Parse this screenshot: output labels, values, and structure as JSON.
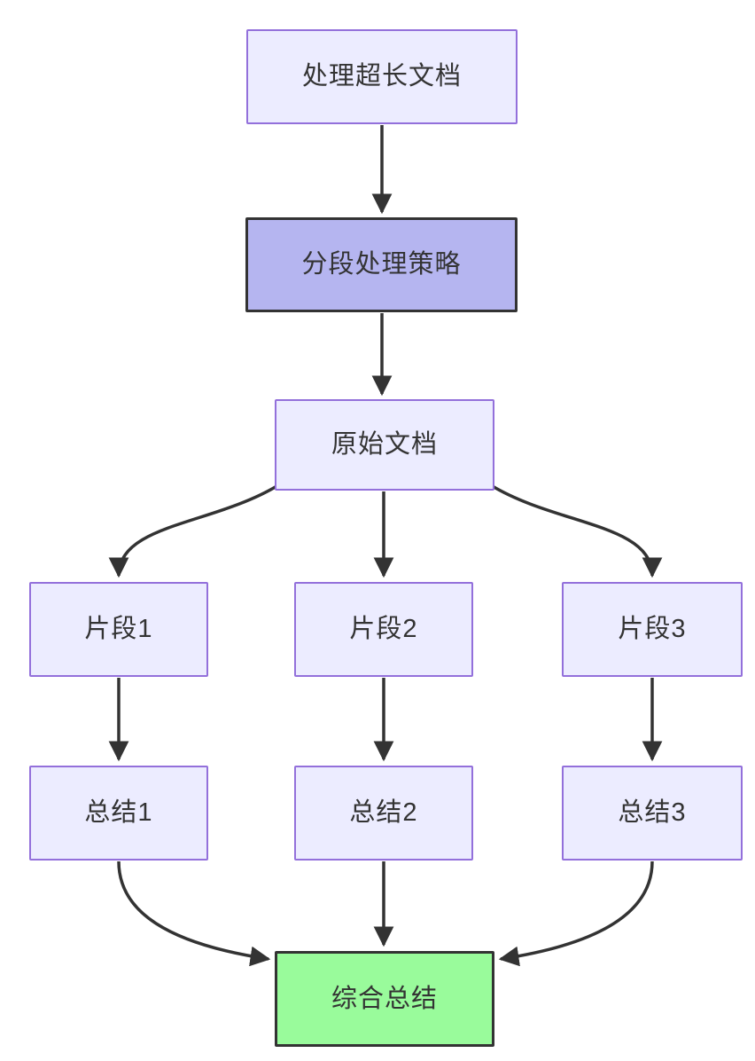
{
  "diagram": {
    "type": "flowchart",
    "direction": "top-down",
    "background_color": "#ffffff",
    "edge_color": "#333333",
    "text_color": "#333333",
    "default_node_fill": "#ECECFF",
    "default_node_stroke": "#9370DB",
    "highlight_fill": "#b5b5f0",
    "success_fill": "#99fb9b",
    "nodes": [
      {
        "id": "A",
        "label": "处理超长文档",
        "fill": "#ECECFF",
        "stroke": "#9370DB",
        "stroke_width": 2
      },
      {
        "id": "B",
        "label": "分段处理策略",
        "fill": "#b5b5f0",
        "stroke": "#333333",
        "stroke_width": 3
      },
      {
        "id": "C",
        "label": "原始文档",
        "fill": "#ECECFF",
        "stroke": "#9370DB",
        "stroke_width": 2
      },
      {
        "id": "D1",
        "label": "片段1",
        "fill": "#ECECFF",
        "stroke": "#9370DB",
        "stroke_width": 2
      },
      {
        "id": "D2",
        "label": "片段2",
        "fill": "#ECECFF",
        "stroke": "#9370DB",
        "stroke_width": 2
      },
      {
        "id": "D3",
        "label": "片段3",
        "fill": "#ECECFF",
        "stroke": "#9370DB",
        "stroke_width": 2
      },
      {
        "id": "E1",
        "label": "总结1",
        "fill": "#ECECFF",
        "stroke": "#9370DB",
        "stroke_width": 2
      },
      {
        "id": "E2",
        "label": "总结2",
        "fill": "#ECECFF",
        "stroke": "#9370DB",
        "stroke_width": 2
      },
      {
        "id": "E3",
        "label": "总结3",
        "fill": "#ECECFF",
        "stroke": "#9370DB",
        "stroke_width": 2
      },
      {
        "id": "F",
        "label": "综合总结",
        "fill": "#99fb9b",
        "stroke": "#333333",
        "stroke_width": 3
      }
    ],
    "edges": [
      {
        "from": "A",
        "to": "B"
      },
      {
        "from": "B",
        "to": "C"
      },
      {
        "from": "C",
        "to": "D1"
      },
      {
        "from": "C",
        "to": "D2"
      },
      {
        "from": "C",
        "to": "D3"
      },
      {
        "from": "D1",
        "to": "E1"
      },
      {
        "from": "D2",
        "to": "E2"
      },
      {
        "from": "D3",
        "to": "E3"
      },
      {
        "from": "E1",
        "to": "F"
      },
      {
        "from": "E2",
        "to": "F"
      },
      {
        "from": "E3",
        "to": "F"
      }
    ]
  }
}
